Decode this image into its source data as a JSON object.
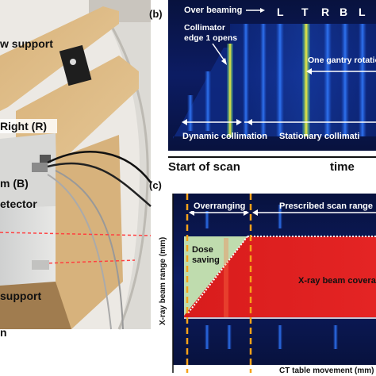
{
  "panel_a": {
    "labels": {
      "support_top": "w support",
      "right": "Right (R)",
      "b": "m (B)",
      "detector": "etector",
      "support_bottom": "support",
      "bottom": "n"
    }
  },
  "panel_b": {
    "panel_label": "(b)",
    "over_beaming": "Over beaming",
    "view_letters": [
      "L",
      "T",
      "R",
      "B",
      "L"
    ],
    "collimator_line1": "Collimator",
    "collimator_line2": "edge 1 opens",
    "gantry_rotation": "One gantry rotatio",
    "dynamic_collimation": "Dynamic collimation",
    "stationary_collimation": "Stationary collimati",
    "start_of_scan": "Start of scan",
    "time": "time"
  },
  "panel_c": {
    "panel_label": "(c)",
    "overranging": "Overranging",
    "prescribed_scan_range": "Prescribed scan range",
    "dose_saving_line1": "Dose",
    "dose_saving_line2": "saving",
    "xray_coverage": "X-ray beam coverage",
    "ylabel": "X-ray beam range (mm)",
    "xlabel": "CT table movement (mm)"
  },
  "colors": {
    "dark_navy": "#0a1446",
    "detector_blue": "#1d3fbf",
    "beam_red": "#dd1f1f",
    "dose_green": "#bfdcae",
    "marker_orange": "#f6a21a",
    "bright_yellow": "#f7ef3a"
  }
}
